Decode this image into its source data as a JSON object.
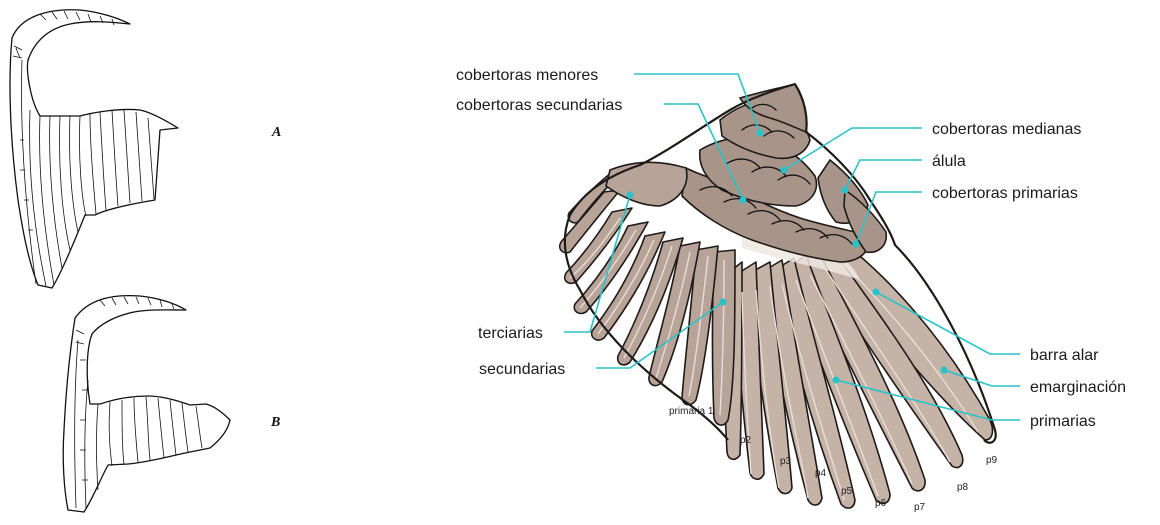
{
  "figures": {
    "left_top_letter": "A",
    "left_bottom_letter": "B"
  },
  "labels": {
    "cobertoras_menores": "cobertoras menores",
    "cobertoras_secundarias": "cobertoras secundarias",
    "cobertoras_medianas": "cobertoras medianas",
    "alula": "álula",
    "cobertoras_primarias": "cobertoras primarias",
    "terciarias": "terciarias",
    "secundarias": "secundarias",
    "barra_alar": "barra alar",
    "emarginacion": "emarginación",
    "primarias": "primarias"
  },
  "primary_numbers": [
    "primaria 1",
    "p2",
    "p3",
    "p4",
    "p5",
    "p6",
    "p7",
    "p8",
    "p9"
  ],
  "colors": {
    "leader": "#27c3c8",
    "feather": "#c6b3a8",
    "covert": "#a9948a",
    "outline": "#1e1a18"
  }
}
